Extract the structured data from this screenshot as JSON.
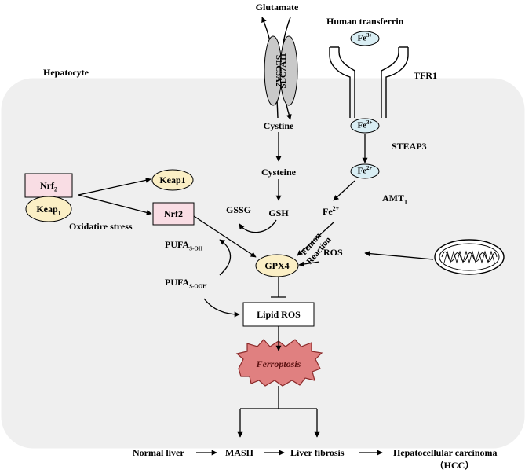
{
  "colors": {
    "cell_fill": "#efefef",
    "node_fill": "#fbefc5",
    "iron_fill": "#d9eef4",
    "nrf2_fill": "#f9dde4",
    "ferroptosis_fill": "#e08080",
    "ferroptosis_stroke": "#8b2a2a",
    "transporter_fill": "#c9c9c9",
    "stroke": "#000000"
  },
  "labels": {
    "glutamate": "Glutamate",
    "human_transferrin": "Human transferrin",
    "hepatocyte": "Hepatocyte",
    "tfr1": "TFR1",
    "cystine": "Cystine",
    "cysteine": "Cysteine",
    "steap3": "STEAP3",
    "amt_base": "AMT",
    "amt_sub": "1",
    "gssg": "GSSG",
    "gsh": "GSH",
    "oxidative_stress": "Oxidatire stress",
    "fe2_base": "Fe",
    "fe2_sup": "2+",
    "fe3_base": "Fe",
    "fe3_sup": "3+",
    "fenton_reaction": "Fenton Reaction",
    "ros": "ROS",
    "pufa_oh_base": "PUFA",
    "pufa_oh_sub": "S-OH",
    "pufa_ooh_base": "PUFA",
    "pufa_ooh_sub": "S-OOH",
    "gpx4": "GPX4",
    "lipid_ros": "Lipid ROS",
    "ferroptosis": "Ferroptosis"
  },
  "transporter": {
    "left": "SLC3A2",
    "right": "SLC7A11"
  },
  "complex": {
    "nrf2_base": "Nrf",
    "nrf2_sub": "2",
    "keap_base": "Keap",
    "keap_sub": "1"
  },
  "targets": {
    "keap1": "Keap1",
    "nrf2": "Nrf2"
  },
  "progression": {
    "normal_liver": "Normal liver",
    "mash": "MASH",
    "liver_fibrosis": "Liver fibrosis",
    "hcc": "Hepatocellular carcinoma",
    "hcc_abbrev": "（HCC）"
  }
}
